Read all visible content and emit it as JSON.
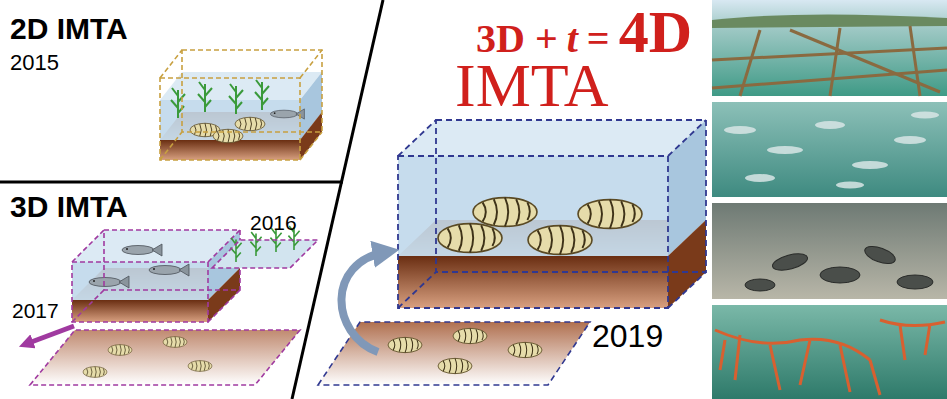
{
  "diagram": {
    "labels": [
      "2D IMTA",
      "2015",
      "3D IMTA",
      "2016",
      "2017",
      "3D +",
      "t",
      "=",
      "4D",
      "IMTA",
      "2019"
    ]
  }
}
